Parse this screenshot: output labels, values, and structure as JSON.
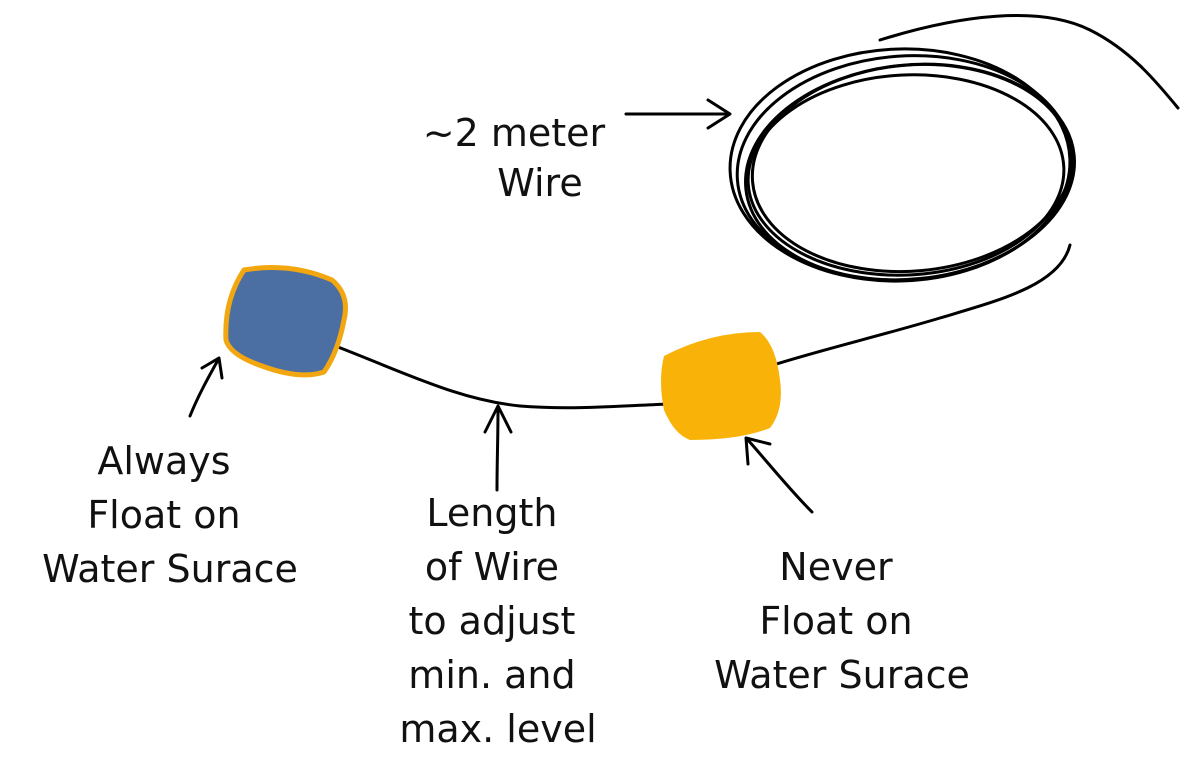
{
  "colors": {
    "float_always_fill": "#4b6ea3",
    "float_always_border": "#f2a60f",
    "float_never_fill": "#f9b208",
    "wire": "#000000",
    "background": "#ffffff"
  },
  "labels": {
    "wire_coil": [
      "~2 meter",
      "Wire"
    ],
    "always_float": [
      "Always",
      "Float on",
      "Water Surace"
    ],
    "wire_length": [
      "Length",
      "of Wire",
      "to adjust",
      "min. and",
      "max. level"
    ],
    "never_float": [
      "Never",
      "Float on",
      "Water Surace"
    ]
  }
}
